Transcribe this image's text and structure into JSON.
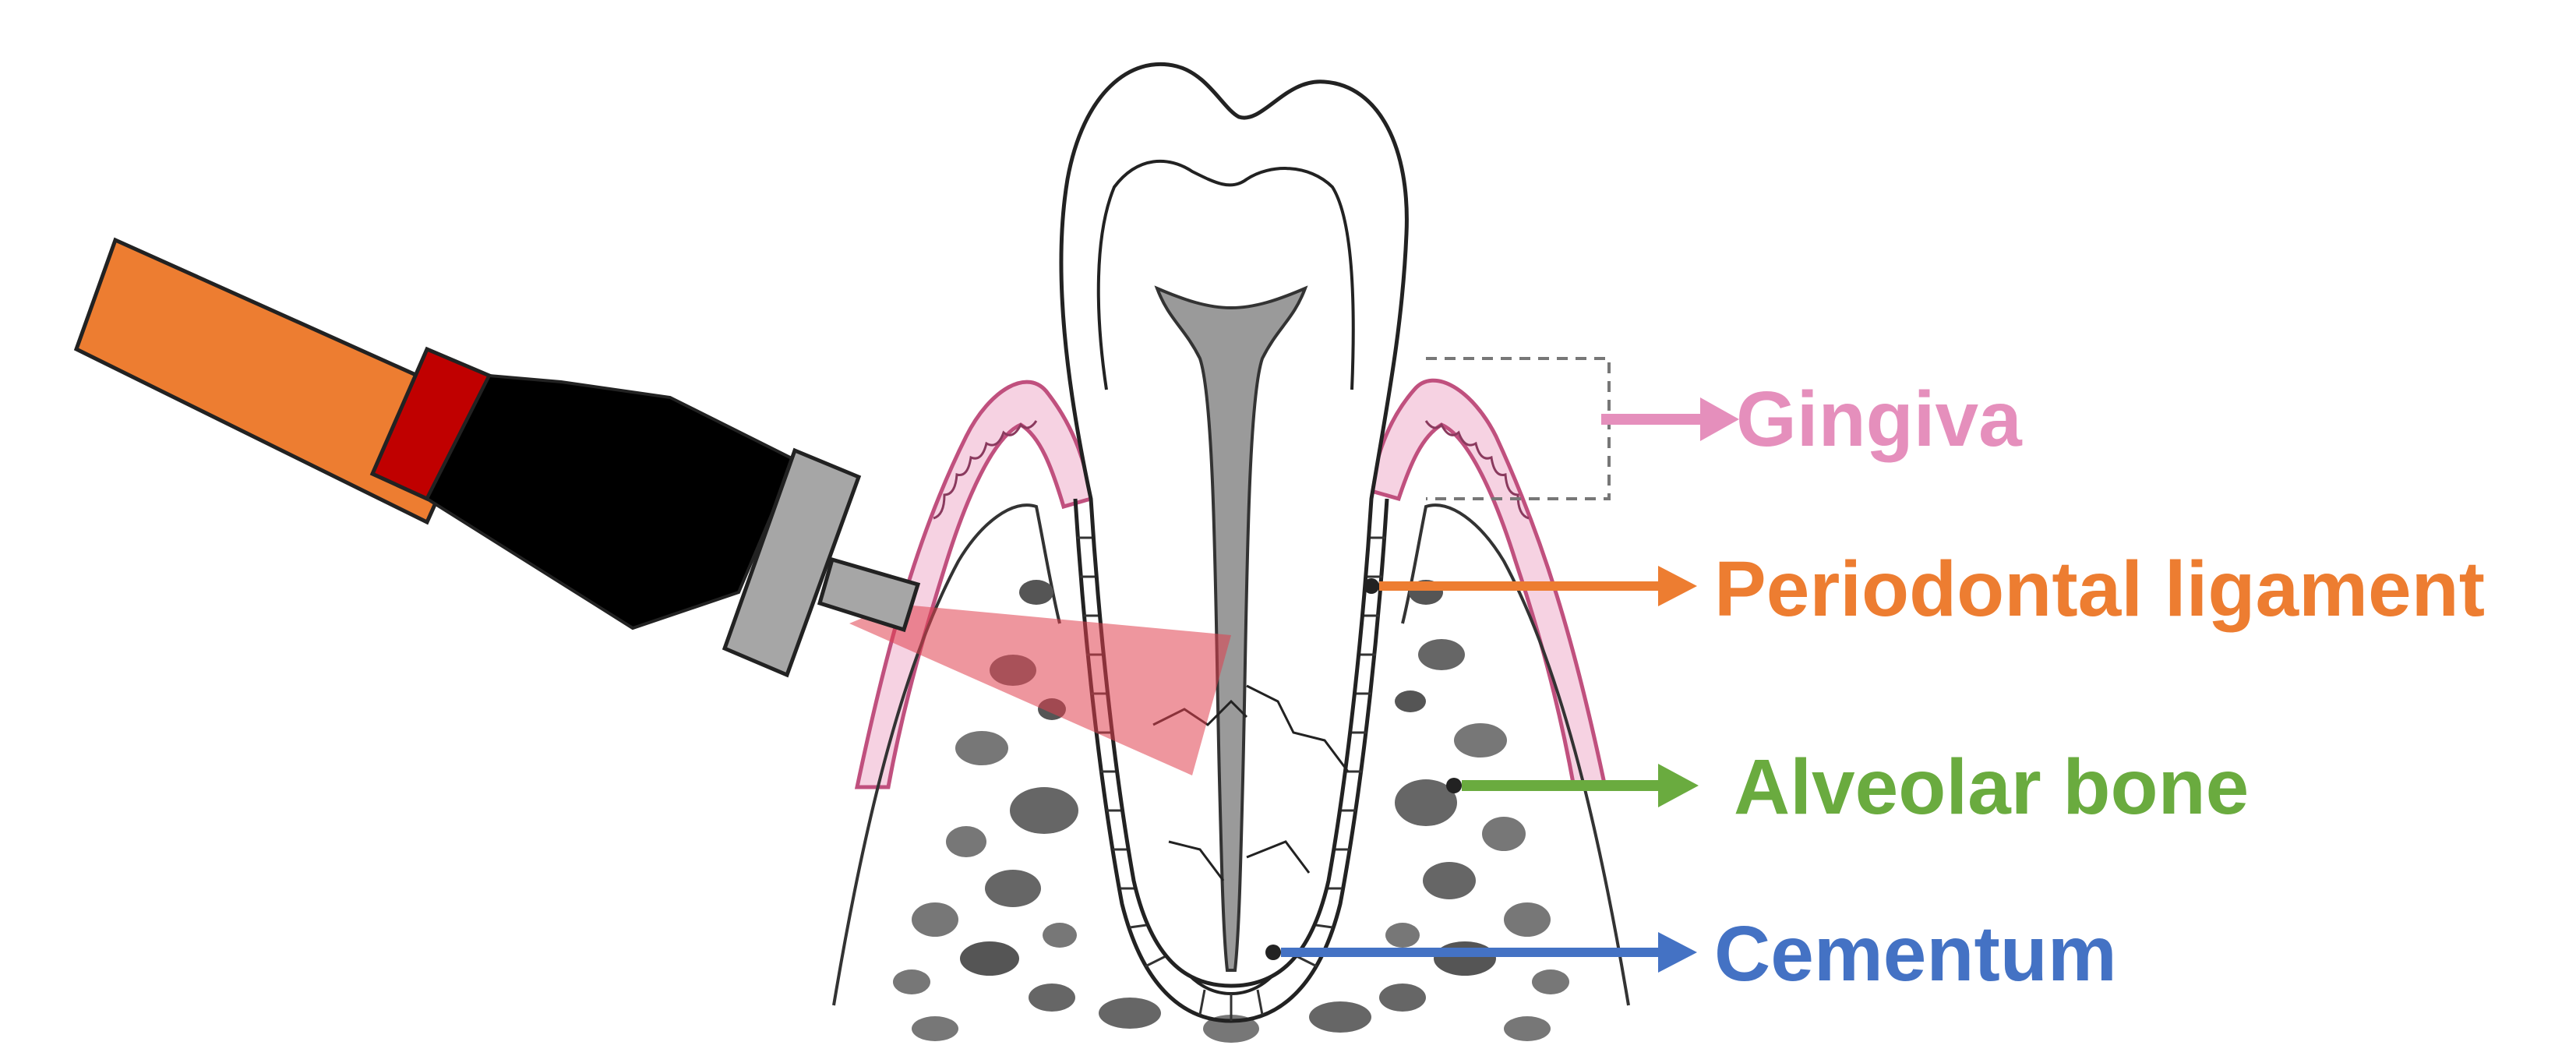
{
  "labels": {
    "gingiva": "Gingiva",
    "periodontal_ligament": "Periodontal ligament",
    "alveolar_bone": "Alveolar bone",
    "cementum": "Cementum"
  },
  "colors": {
    "gingiva": "#E58FBC",
    "periodontal_ligament": "#ED7D31",
    "alveolar_bone": "#6AAB3F",
    "cementum": "#4472C4",
    "device_body": "#ED7D31",
    "device_ring": "#C00000",
    "device_grip": "#000000",
    "device_tip": "#A6A6A6",
    "beam": "#E0404F"
  }
}
